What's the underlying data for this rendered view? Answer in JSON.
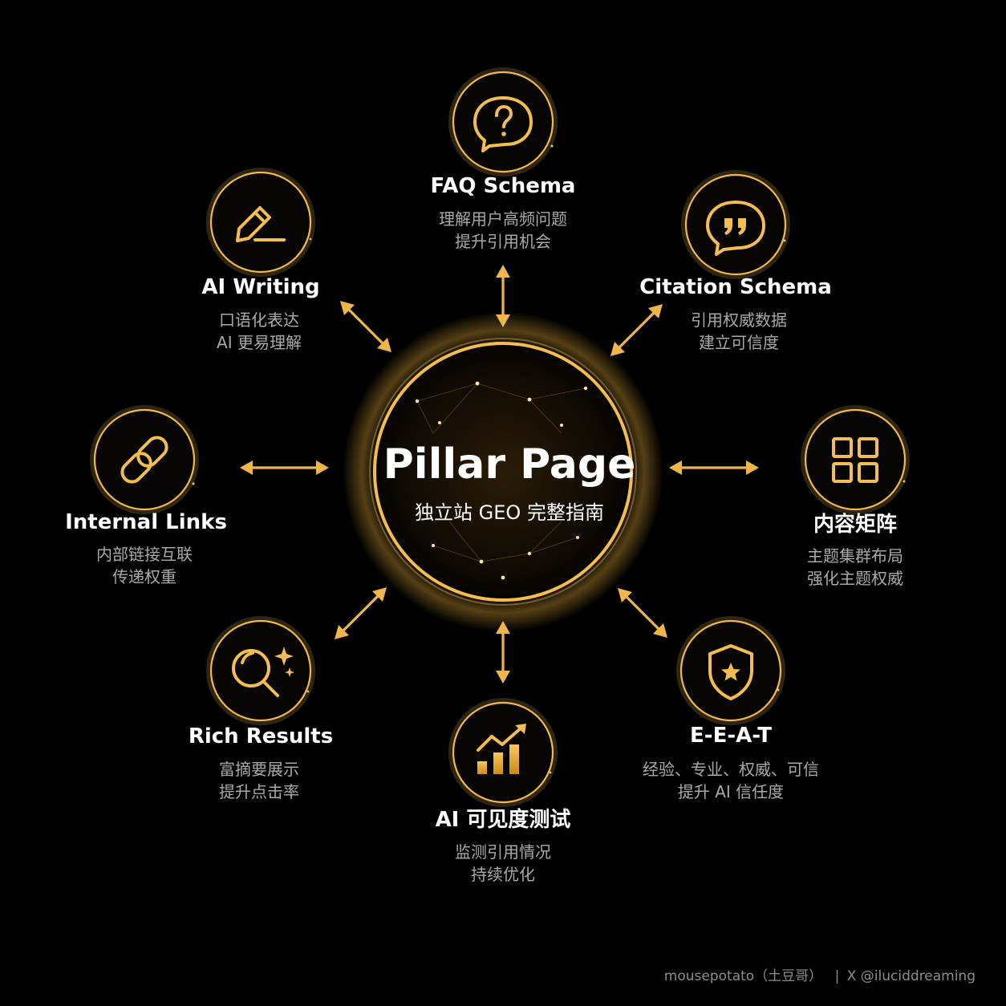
{
  "center": {
    "title": "Pillar Page",
    "subtitle": "独立站 GEO 完整指南"
  },
  "nodes": [
    {
      "key": "faq",
      "title": "FAQ Schema",
      "lines": [
        "理解用户高频问题",
        "提升引用机会"
      ],
      "icon": "question-bubble-icon"
    },
    {
      "key": "citation",
      "title": "Citation Schema",
      "lines": [
        "引用权威数据",
        "建立可信度"
      ],
      "icon": "quote-bubble-icon"
    },
    {
      "key": "matrix",
      "title": "内容矩阵",
      "lines": [
        "主题集群布局",
        "强化主题权威"
      ],
      "icon": "grid-icon"
    },
    {
      "key": "eeat",
      "title": "E-E-A-T",
      "lines": [
        "经验、专业、权威、可信",
        "提升 AI 信任度"
      ],
      "icon": "shield-star-icon"
    },
    {
      "key": "visibility",
      "title": "AI 可见度测试",
      "lines": [
        "监测引用情况",
        "持续优化"
      ],
      "icon": "trend-chart-icon"
    },
    {
      "key": "rich",
      "title": "Rich Results",
      "lines": [
        "富摘要展示",
        "提升点击率"
      ],
      "icon": "magnifier-sparkle-icon"
    },
    {
      "key": "links",
      "title": "Internal Links",
      "lines": [
        "内部链接互联",
        "传递权重"
      ],
      "icon": "chain-link-icon"
    },
    {
      "key": "writing",
      "title": "AI Writing",
      "lines": [
        "口语化表达",
        "AI 更易理解"
      ],
      "icon": "pencil-icon"
    }
  ],
  "credit": {
    "author": "mousepotato（土豆哥）",
    "separator": "|",
    "handle": "X @iluciddreaming"
  },
  "colors": {
    "background": "#000000",
    "accent": "#f2b94a",
    "title_text": "#ffffff",
    "sub_text": "#a9a9a9"
  }
}
